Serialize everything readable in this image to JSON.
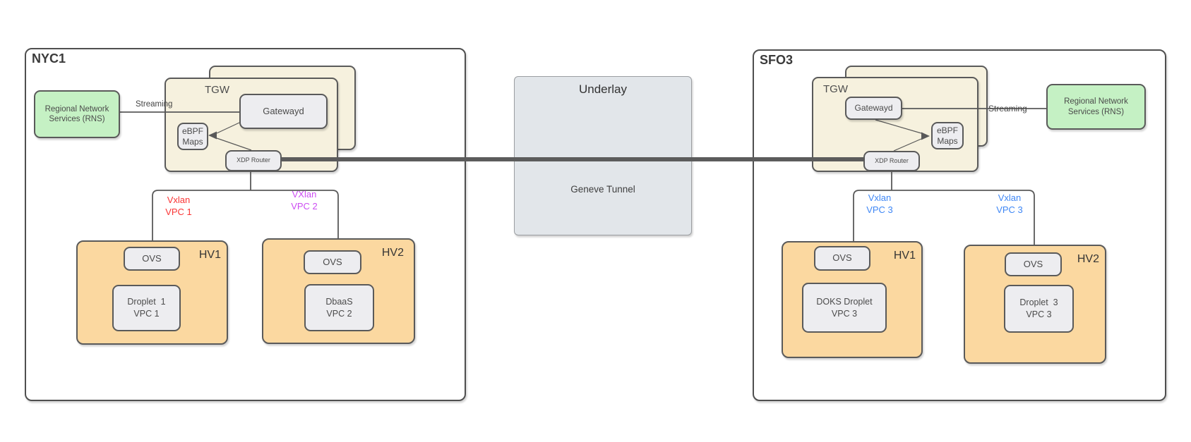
{
  "diagram": {
    "regions": {
      "nyc1": {
        "title": "NYC1",
        "rns_label": "Regional Network Services (RNS)",
        "streaming_label": "Streaming",
        "tgw_title": "TGW",
        "gatewayd_label": "Gatewayd",
        "ebpf_label": "eBPF Maps",
        "xdp_label": "XDP Router",
        "vxlan_left": {
          "line1": "Vxlan",
          "line2": "VPC 1",
          "color": "#fa3535"
        },
        "vxlan_right": {
          "line1": "VXlan",
          "line2": "VPC 2",
          "color": "#cc4df2"
        },
        "hv1": {
          "name": "HV1",
          "ovs": "OVS",
          "workload_line1": "Droplet  1",
          "workload_line2": "VPC 1"
        },
        "hv2": {
          "name": "HV2",
          "ovs": "OVS",
          "workload_line1": "DbaaS",
          "workload_line2": "VPC 2"
        }
      },
      "sfo3": {
        "title": "SFO3",
        "rns_label": "Regional Network Services (RNS)",
        "streaming_label": "Streaming",
        "tgw_title": "TGW",
        "gatewayd_label": "Gatewayd",
        "ebpf_label": "eBPF Maps",
        "xdp_label": "XDP Router",
        "vxlan_left": {
          "line1": "Vxlan",
          "line2": "VPC 3",
          "color": "#3f87f5"
        },
        "vxlan_right": {
          "line1": "Vxlan",
          "line2": "VPC 3",
          "color": "#3f87f5"
        },
        "hv1": {
          "name": "HV1",
          "ovs": "OVS",
          "workload_line1": "DOKS Droplet",
          "workload_line2": "VPC 3"
        },
        "hv2": {
          "name": "HV2",
          "ovs": "OVS",
          "workload_line1": "Droplet  3",
          "workload_line2": "VPC 3"
        }
      }
    },
    "underlay": {
      "title": "Underlay",
      "tunnel_label": "Geneve Tunnel"
    },
    "colors": {
      "tgw_fill": "#f6f1de",
      "node_fill": "#ededf0",
      "rns_fill": "#c5f1c4",
      "hv_fill": "#fbd8a0",
      "underlay_fill": "#e2e6ea",
      "connector": "#595959",
      "tunnel_line": "#5c5c5c",
      "vpc1_red": "#fa3535",
      "vpc2_magenta": "#cc4df2",
      "vpc3_blue": "#3f87f5"
    }
  }
}
